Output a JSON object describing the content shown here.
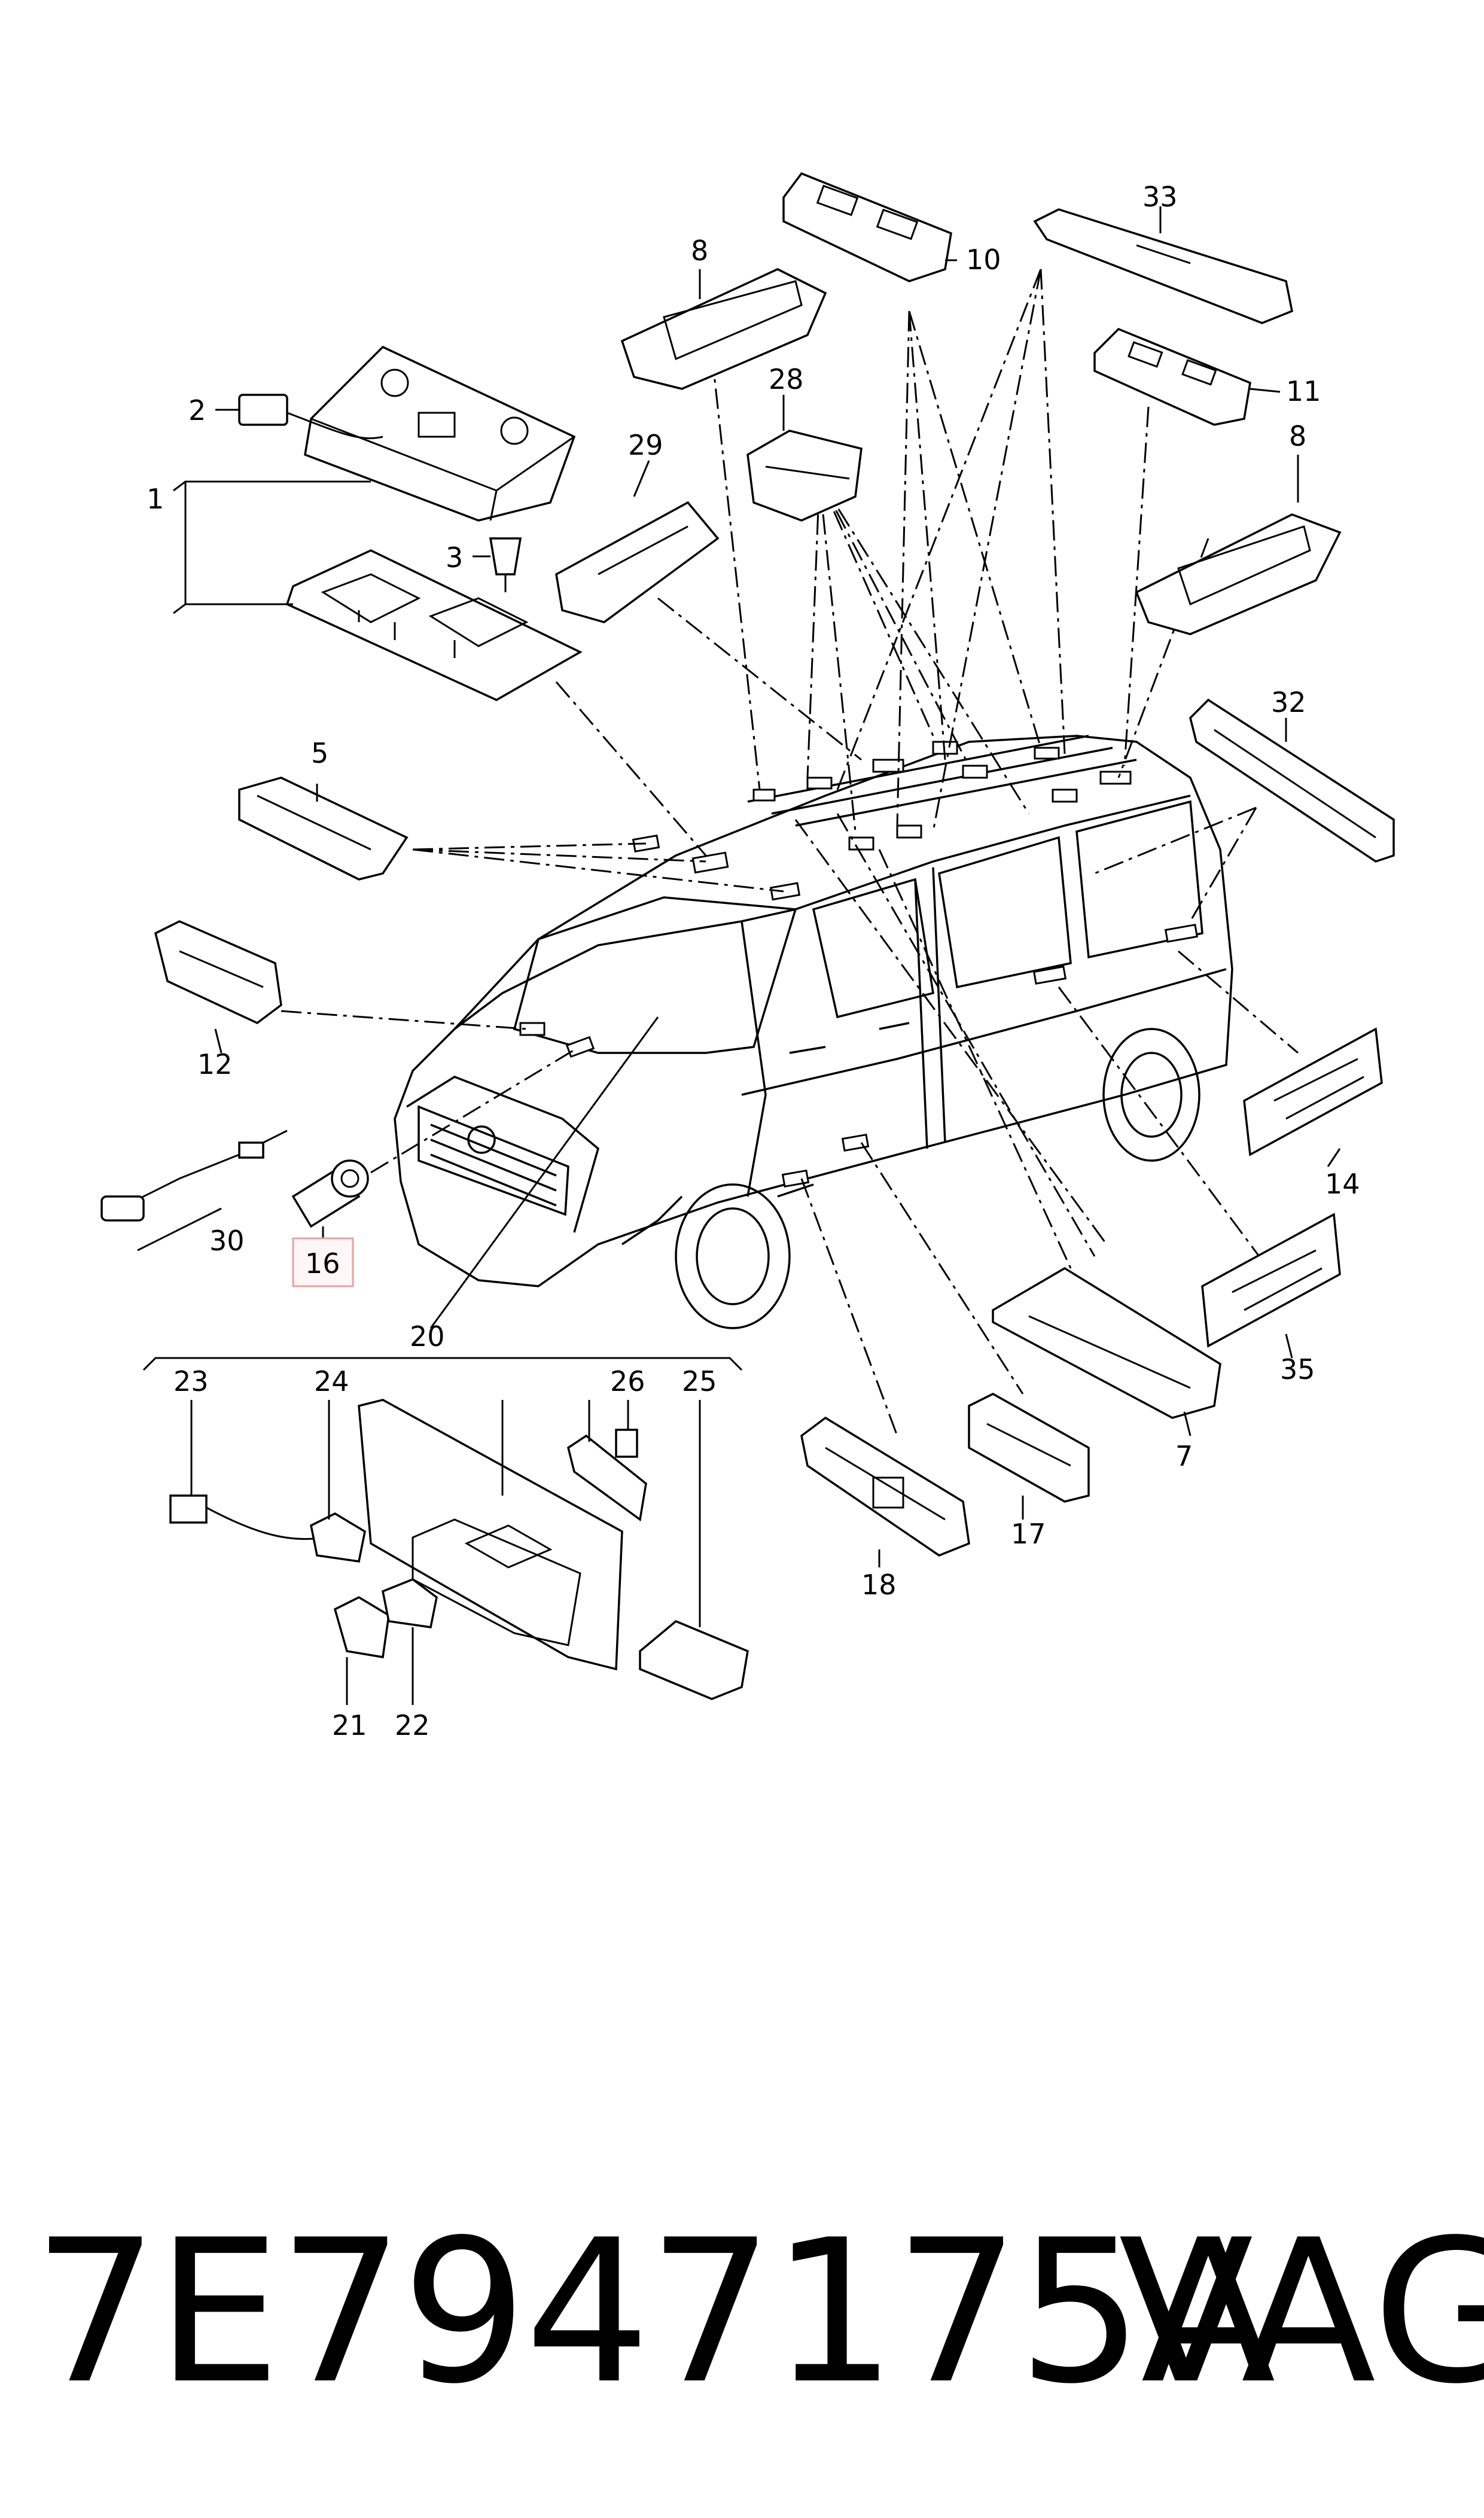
{
  "diagram": {
    "callouts": [
      "1",
      "2",
      "3",
      "5",
      "7",
      "8",
      "8",
      "10",
      "11",
      "12",
      "14",
      "16",
      "17",
      "18",
      "20",
      "21",
      "22",
      "23",
      "24",
      "25",
      "26",
      "28",
      "29",
      "30",
      "32",
      "33",
      "35"
    ],
    "highlighted_callout": "16",
    "highlight_color": "#e8a0a0"
  },
  "footer": {
    "part_number": "7E7947175A",
    "brand": "VAG"
  }
}
